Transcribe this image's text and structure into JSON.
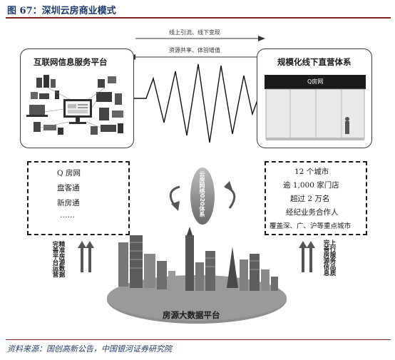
{
  "figure": {
    "title": "图 67：深圳云房商业模式",
    "source": "资料来源：国创高新公告，中国银河证券研究院"
  },
  "top_flow": {
    "upper_label": "线上引流、线下变现",
    "lower_label": "资源共享、体验增值"
  },
  "left_card": {
    "title": "互联网信息服务平台",
    "items": [
      "Q 房网",
      "盘客通",
      "新房通",
      "……"
    ]
  },
  "right_card": {
    "title": "规模化线下直营体系",
    "store_sign": "Q房网",
    "items": [
      "12 个城市",
      "逾 1,000 家门店",
      "超过 2 万名",
      "经纪业务合作人",
      "覆盖深、广、沪等重点城市"
    ]
  },
  "center_badge": {
    "text": "云房网络020体系"
  },
  "left_arrows_label": "精准房源数据 完善平台运营",
  "right_arrows_label": "上行服务品质 完善房源信息",
  "platform": {
    "label": "房源大数据平台"
  },
  "colors": {
    "title": "#1f3a6d",
    "rule": "#8a2323",
    "ellipse": "#8d8d8d"
  }
}
